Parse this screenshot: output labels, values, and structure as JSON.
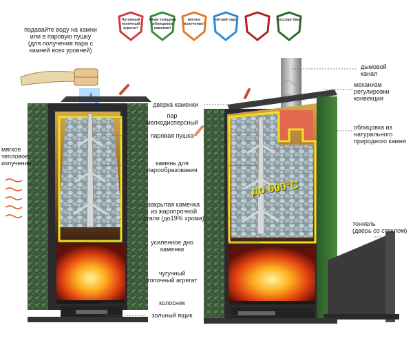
{
  "badges": [
    {
      "text": "Чугунный топочный агрегат!",
      "color": "#d23a3a"
    },
    {
      "text": "40мм толщина облицовки каменки!",
      "color": "#3a8a3a"
    },
    {
      "text": "мягкое излучение!",
      "color": "#e07a2a"
    },
    {
      "text": "лёгкий пар!",
      "color": "#2a8ad0"
    },
    {
      "text": "",
      "color": "#b02020"
    },
    {
      "text": "Русская баня",
      "color": "#2a6a2a"
    }
  ],
  "labels": {
    "water_hint": "подавайте воду на камни\nили в паровую пушку\n(для получения пара с\nкамней всех уровней)",
    "soft_radiation": "мягкое\nтепловое\nизлучение",
    "stone_door": "дверка каменки",
    "fine_steam": "пар\nмелкодисперсный",
    "steam_gun": "паровая пушка",
    "steam_stone": "камень для\nпарообразования",
    "closed_heater": "закрытая каменка\nиз жаропрочной\nстали (до19% хрома)",
    "reinforced_bottom": "усиленное дно\nкаменки",
    "cast_iron_unit": "чугунный\nтопочный агрегат",
    "grate": "колосник",
    "ash_box": "зольный ящик",
    "smoke_channel": "дымовой\nканал",
    "convection": "механизм\nрегулировки\nконвекции",
    "stone_facing": "облицовка из\nнатурального\nприродного камня",
    "tunnel": "тоннель\n(дверь со стеклом)",
    "temperature": "до 600°С"
  },
  "colors": {
    "stone_facing": "#3c5a3c",
    "inner_frame": "#f0e020",
    "fire": "#ff7a10",
    "stones": "#a8b8c0",
    "steel": "#4a4a4a"
  }
}
